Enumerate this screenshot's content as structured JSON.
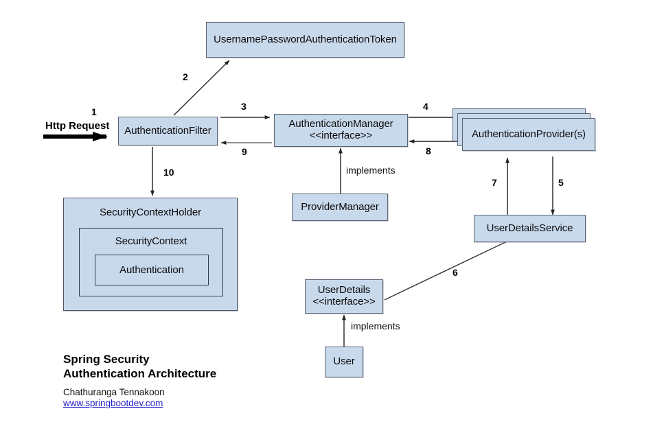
{
  "diagram": {
    "title_lines": [
      "Spring Security",
      "Authentication Architecture"
    ],
    "author": "Chathuranga Tennakoon",
    "website": "www.springbootdev.com",
    "accent_fill": "#c9d9ec",
    "stroke": "#5a6474",
    "link_color": "#2222cc",
    "nodes": {
      "token": {
        "line1": "UsernamePasswordAuthenticationToken"
      },
      "auth_filter": {
        "line1": "AuthenticationFilter"
      },
      "auth_manager": {
        "line1": "AuthenticationManager",
        "line2": "<<interface>>"
      },
      "auth_provider": {
        "line1": "AuthenticationProvider(s)"
      },
      "provider_manager": {
        "line1": "ProviderManager"
      },
      "user_details_service": {
        "line1": "UserDetailsService"
      },
      "user_details": {
        "line1": "UserDetails",
        "line2": "<<interface>>"
      },
      "user": {
        "line1": "User"
      },
      "security_context_holder": {
        "label": "SecurityContextHolder"
      },
      "security_context": {
        "label": "SecurityContext"
      },
      "authentication": {
        "label": "Authentication"
      }
    },
    "edges": {
      "http_request": "Http Request",
      "n1": "1",
      "n2": "2",
      "n3": "3",
      "n4": "4",
      "n5": "5",
      "n6": "6",
      "n7": "7",
      "n8": "8",
      "n9": "9",
      "n10": "10",
      "implements_manager": "implements",
      "implements_user": "implements"
    }
  }
}
